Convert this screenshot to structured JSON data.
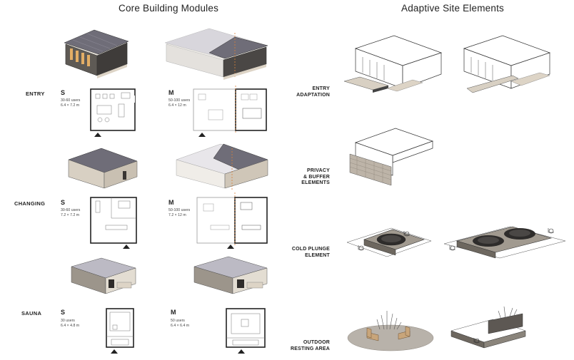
{
  "headings": {
    "core": "Core Building Modules",
    "adaptive": "Adaptive Site Elements"
  },
  "modules": [
    {
      "label": "ENTRY",
      "small": {
        "size": "S",
        "users": "30-60 users",
        "dims": "6.4 × 7.2 m"
      },
      "medium": {
        "size": "M",
        "users": "50-100 users",
        "dims": "6.4 × 12 m"
      }
    },
    {
      "label": "CHANGING",
      "small": {
        "size": "S",
        "users": "30-60 users",
        "dims": "7.2 × 7.2 m"
      },
      "medium": {
        "size": "M",
        "users": "50-100 users",
        "dims": "7.2 × 12 m"
      }
    },
    {
      "label": "SAUNA",
      "small": {
        "size": "S",
        "users": "30 users",
        "dims": "6.4 × 4.8 m"
      },
      "medium": {
        "size": "M",
        "users": "50 users",
        "dims": "6.4 × 6.4 m"
      }
    }
  ],
  "site_elements": [
    {
      "line1": "ENTRY",
      "line2": "ADAPTATION",
      "line3": ""
    },
    {
      "line1": "PRIVACY",
      "line2": "& BUFFER",
      "line3": "ELEMENTS"
    },
    {
      "line1": "COLD PLUNGE",
      "line2": "ELEMENT",
      "line3": ""
    },
    {
      "line1": "OUTDOOR",
      "line2": "RESTING AREA",
      "line3": ""
    }
  ],
  "colors": {
    "accent_dashed": "#d9813a",
    "roof_dark": "#6f6d78",
    "roof_light": "#b9b7c2",
    "wall_warm": "#ddd4c6",
    "wall_light": "#f1eee9",
    "ground": "#b8b2aa",
    "line": "#333333"
  }
}
